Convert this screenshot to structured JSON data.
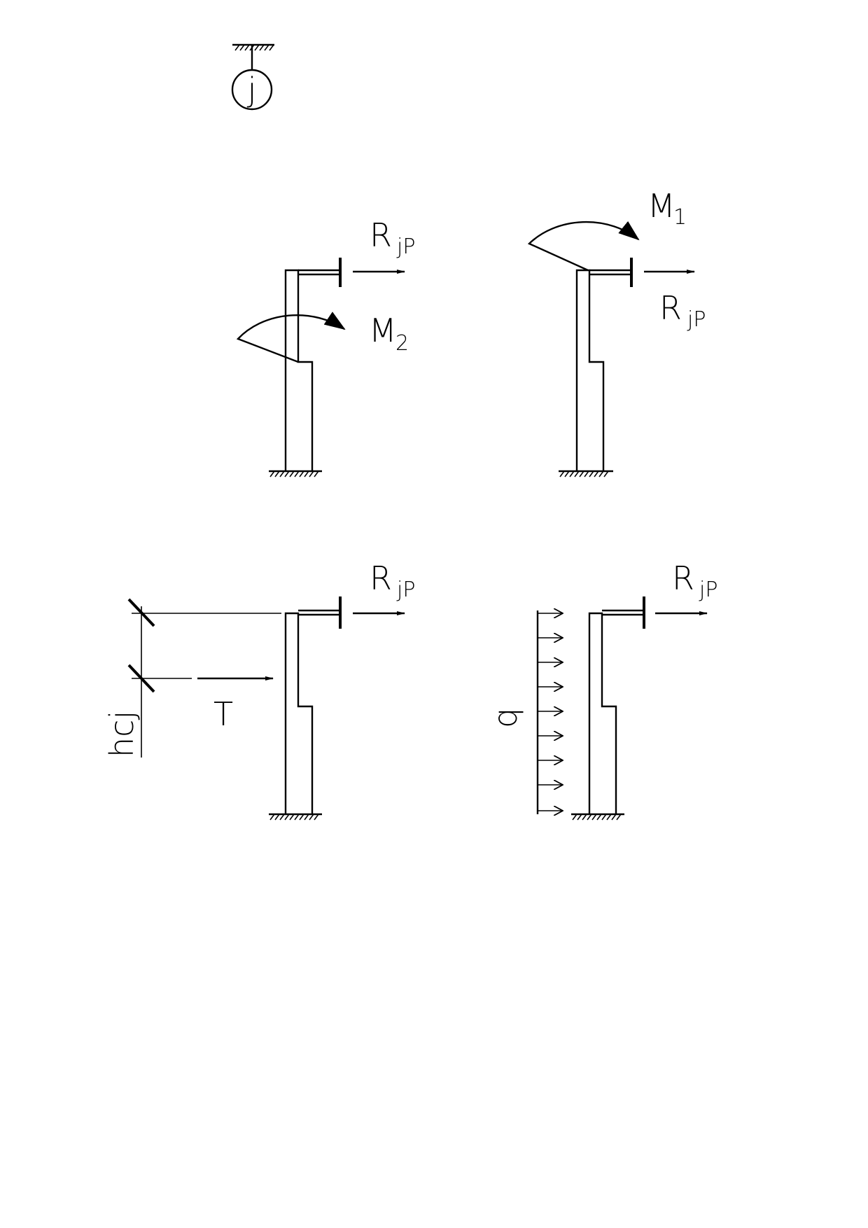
{
  "colors": {
    "ink": "#000000",
    "paper": "#ffffff"
  },
  "legend": {
    "node_label": "j"
  },
  "panels": {
    "top_left": {
      "force_main": "R",
      "force_sub": "jP",
      "moment_main": "M",
      "moment_sub": "2"
    },
    "top_right": {
      "force_main": "R",
      "force_sub": "jP",
      "moment_main": "M",
      "moment_sub": "1"
    },
    "bottom_left": {
      "force_main": "R",
      "force_sub": "jP",
      "load_label": "T",
      "dimension_label": "hcj"
    },
    "bottom_right": {
      "force_main": "R",
      "force_sub": "jP",
      "load_label": "q"
    }
  }
}
